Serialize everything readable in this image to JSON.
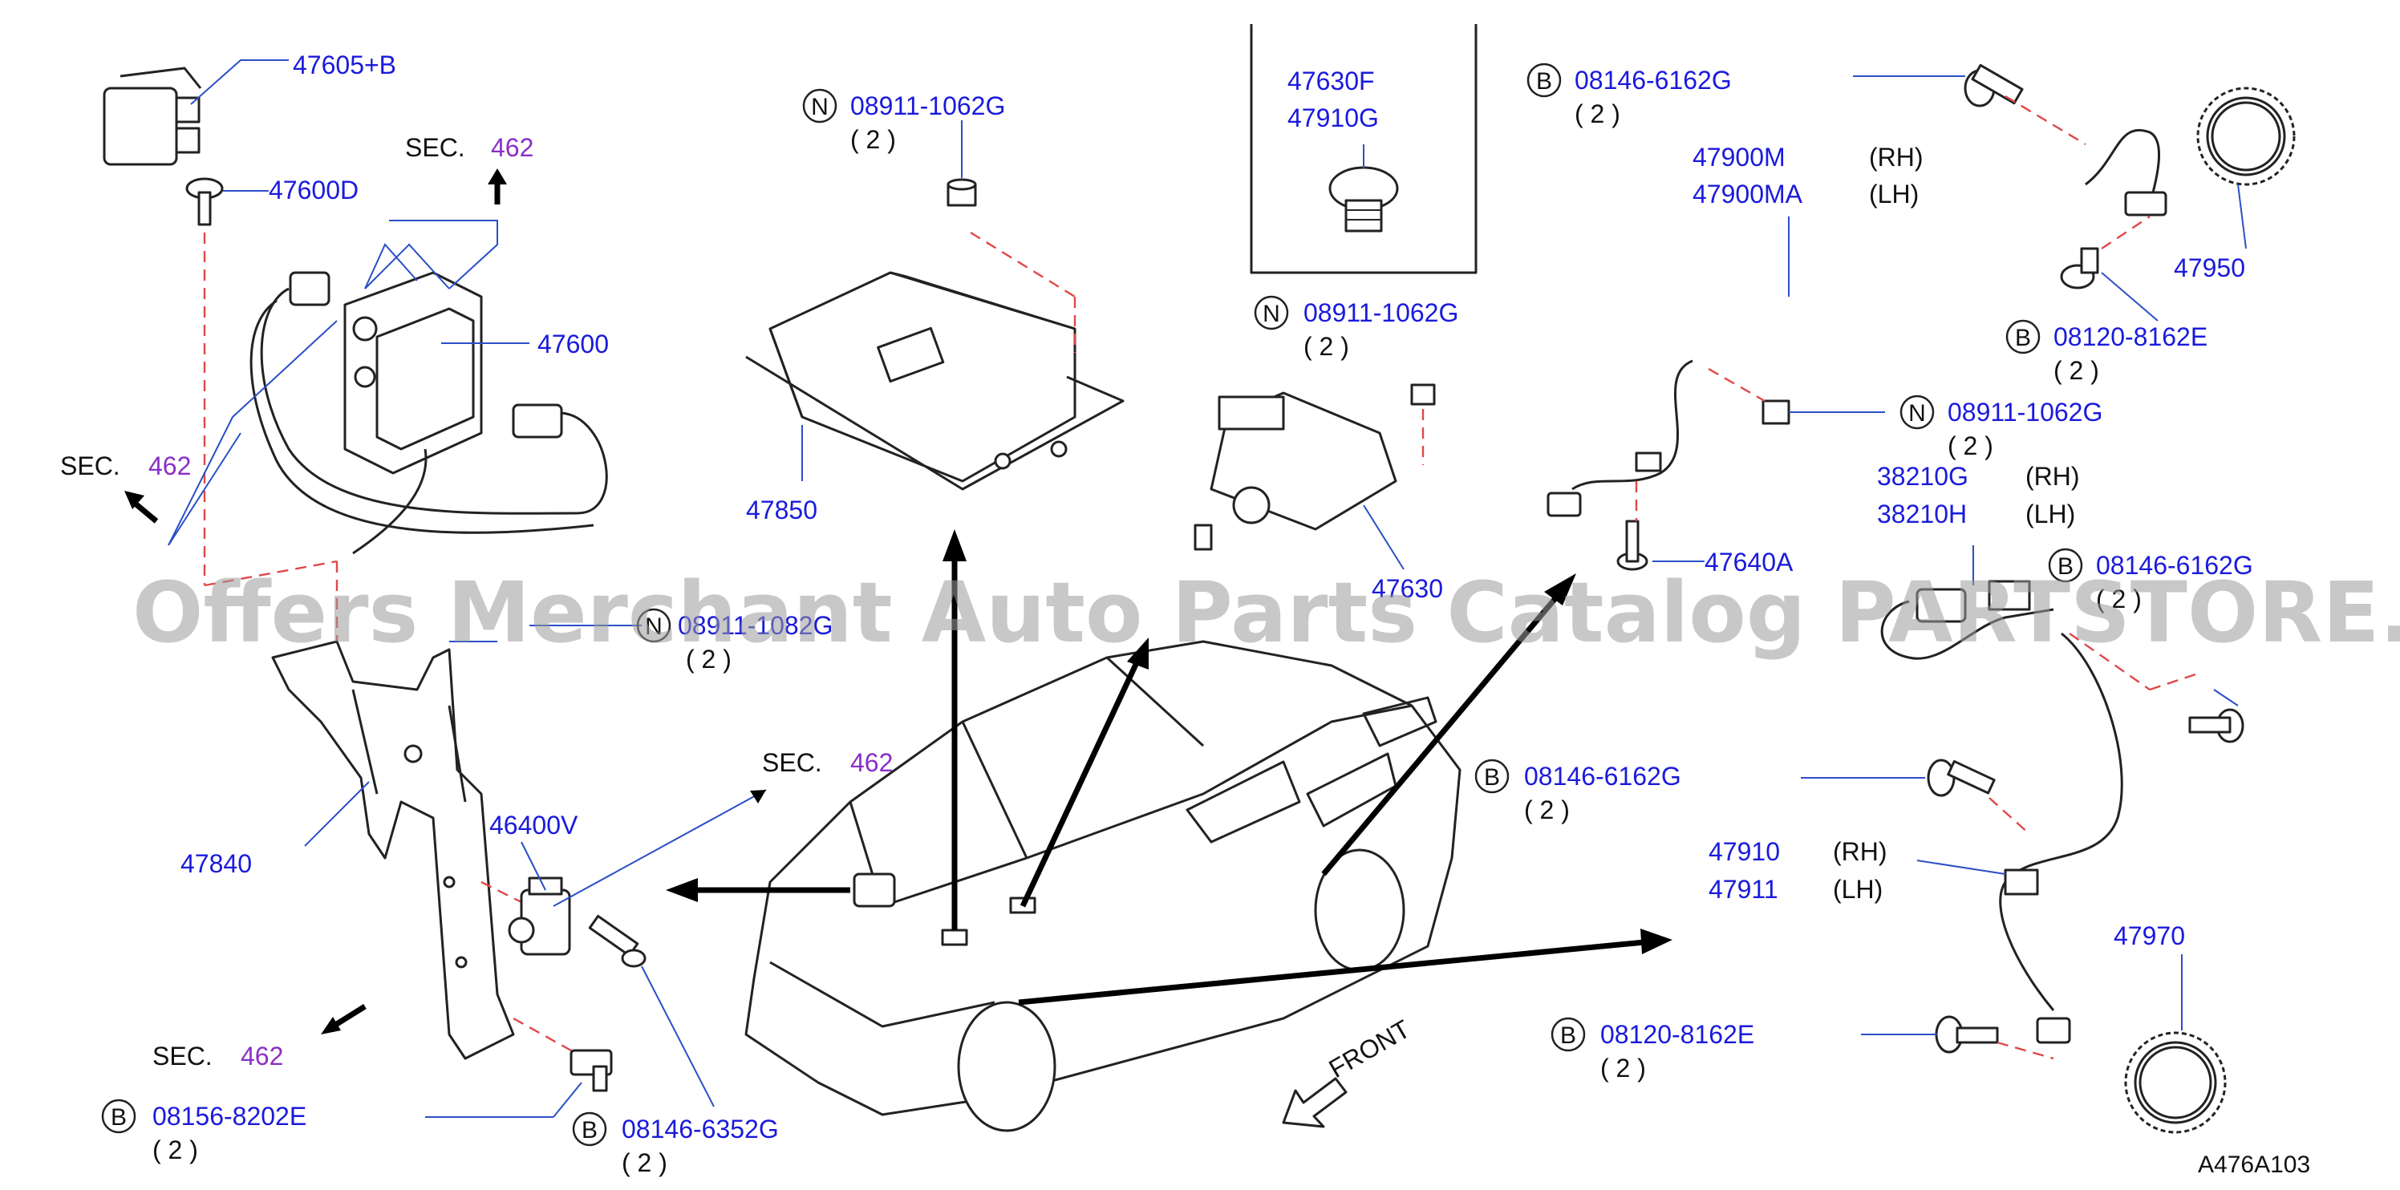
{
  "watermark": "Offers Merchant Auto Parts Catalog PARTSTORE.SA",
  "diagram_code": "A476A103",
  "front_label": "FRONT",
  "sec_prefix": "SEC.",
  "sec_refs": [
    "462",
    "462",
    "462",
    "462"
  ],
  "callouts": {
    "p47605b": "47605+B",
    "p47600d": "47600D",
    "p47600": "47600",
    "p47840": "47840",
    "p46400v": "46400V",
    "p47850": "47850",
    "p47630f": "47630F",
    "p47910g": "47910G",
    "p47630": "47630",
    "p47900m": "47900M",
    "p47900ma": "47900MA",
    "p47950": "47950",
    "p47640a": "47640A",
    "p38210g": "38210G",
    "p38210h": "38210H",
    "p47910": "47910",
    "p47911": "47911",
    "p47970": "47970",
    "rh": "(RH)",
    "lh": "(LH)"
  },
  "fasteners": [
    {
      "prefix": "N",
      "number": "08911-1062G",
      "qty": "( 2 )"
    },
    {
      "prefix": "N",
      "number": "08911-1062G",
      "qty": "( 2 )"
    },
    {
      "prefix": "N",
      "number": "08911-1062G",
      "qty": "( 2 )"
    },
    {
      "prefix": "N",
      "number": "08911-1082G",
      "qty": "( 2 )"
    },
    {
      "prefix": "B",
      "number": "08146-6162G",
      "qty": "( 2 )"
    },
    {
      "prefix": "B",
      "number": "08120-8162E",
      "qty": "( 2 )"
    },
    {
      "prefix": "B",
      "number": "08146-6162G",
      "qty": "( 2 )"
    },
    {
      "prefix": "B",
      "number": "08146-6162G",
      "qty": "( 2 )"
    },
    {
      "prefix": "B",
      "number": "08120-8162E",
      "qty": "( 2 )"
    },
    {
      "prefix": "B",
      "number": "08156-8202E",
      "qty": "( 2 )"
    },
    {
      "prefix": "B",
      "number": "08146-6352G",
      "qty": "( 2 )"
    }
  ]
}
